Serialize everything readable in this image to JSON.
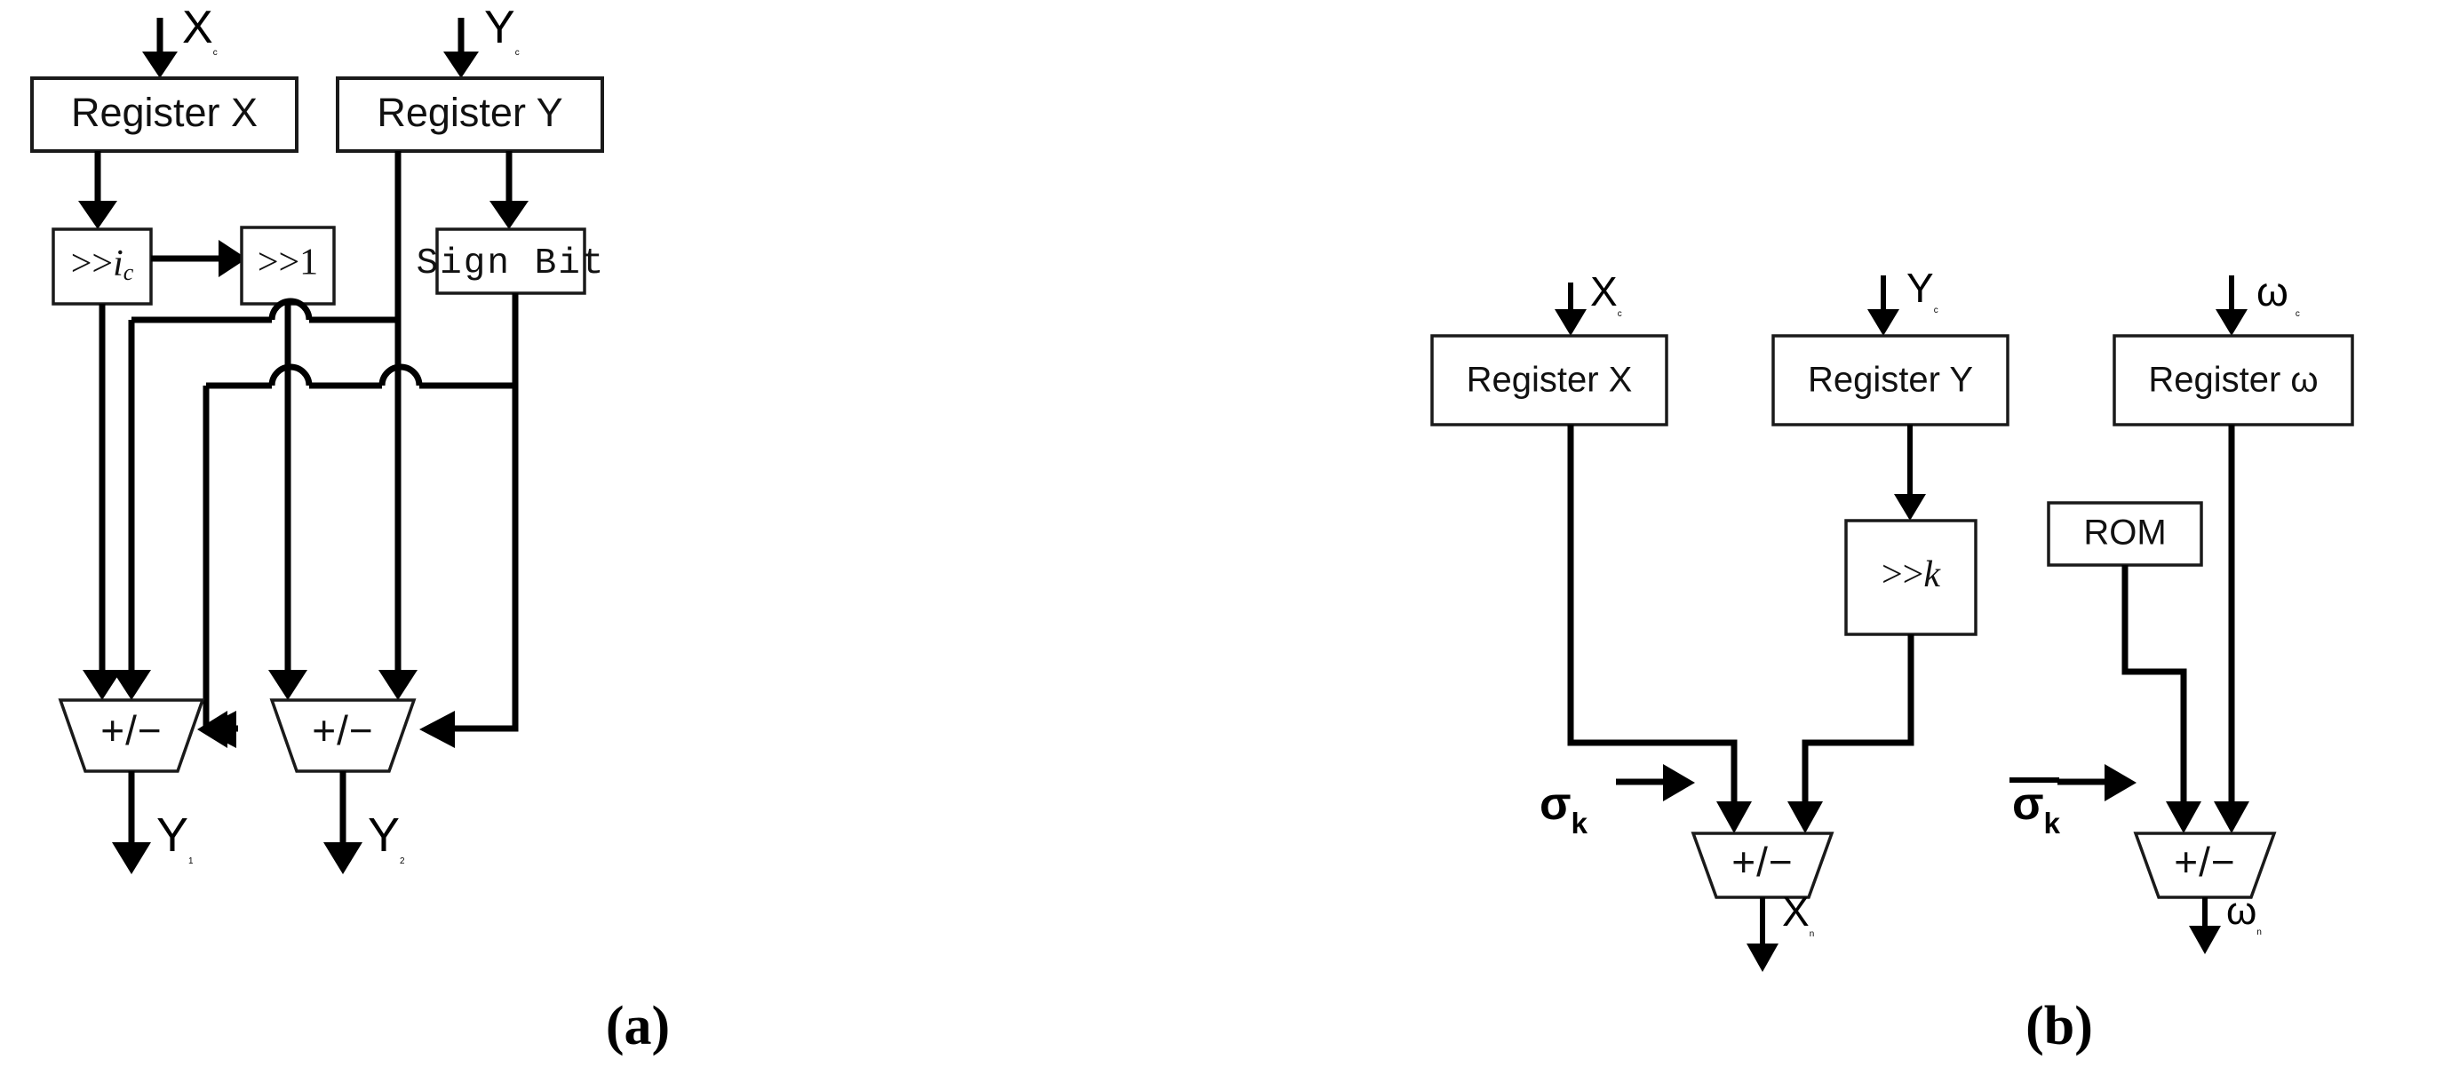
{
  "figure": {
    "title": "CORDIC/shift-add datapath block diagrams",
    "background": "#ffffff",
    "line_color": "#000000",
    "box_fill": "#ffffff",
    "panels": [
      {
        "id": "a",
        "caption": "(a)",
        "caption_parts": {
          "open": "(",
          "letter": "a",
          "close": ")"
        },
        "blocks": [
          {
            "name": "register-x",
            "label": "Register X"
          },
          {
            "name": "register-y",
            "label": "Register Y"
          },
          {
            "name": "shift-ic",
            "label_prefix": ">>",
            "label_var": "i",
            "label_sub": "c"
          },
          {
            "name": "shift-1",
            "label": ">>1"
          },
          {
            "name": "sign-bit",
            "label": "Sign Bit"
          },
          {
            "name": "adder-left",
            "label": "+/−"
          },
          {
            "name": "adder-right",
            "label": "+/−"
          }
        ],
        "signals": [
          {
            "name": "input-xc",
            "base": "X",
            "sub": "c"
          },
          {
            "name": "input-yc",
            "base": "Y",
            "sub": "c"
          },
          {
            "name": "output-y1",
            "base": "Y",
            "sub": "1"
          },
          {
            "name": "output-y2",
            "base": "Y",
            "sub": "2"
          }
        ]
      },
      {
        "id": "b",
        "caption": "(b)",
        "caption_parts": {
          "open": "(",
          "letter": "b",
          "close": ")"
        },
        "blocks": [
          {
            "name": "register-x",
            "label": "Register X"
          },
          {
            "name": "register-y",
            "label": "Register Y"
          },
          {
            "name": "register-omega",
            "label": "Register ω"
          },
          {
            "name": "shift-k",
            "label_prefix": ">>",
            "label_var": "k"
          },
          {
            "name": "rom",
            "label": "ROM"
          },
          {
            "name": "adder-left",
            "label": "+/−"
          },
          {
            "name": "adder-right",
            "label": "+/−"
          }
        ],
        "signals": [
          {
            "name": "input-xc",
            "base": "X",
            "sub": "c"
          },
          {
            "name": "input-yc",
            "base": "Y",
            "sub": "c"
          },
          {
            "name": "input-omegac",
            "base": "ω",
            "sub": "c"
          },
          {
            "name": "control-sigma-k",
            "base": "σ",
            "sub": "k",
            "overline": false
          },
          {
            "name": "control-sigma-k-bar",
            "base": "σ",
            "sub": "k",
            "overline": true
          },
          {
            "name": "output-xn",
            "base": "X",
            "sub": "n"
          },
          {
            "name": "output-omegan",
            "base": "ω",
            "sub": "n"
          }
        ]
      }
    ]
  }
}
